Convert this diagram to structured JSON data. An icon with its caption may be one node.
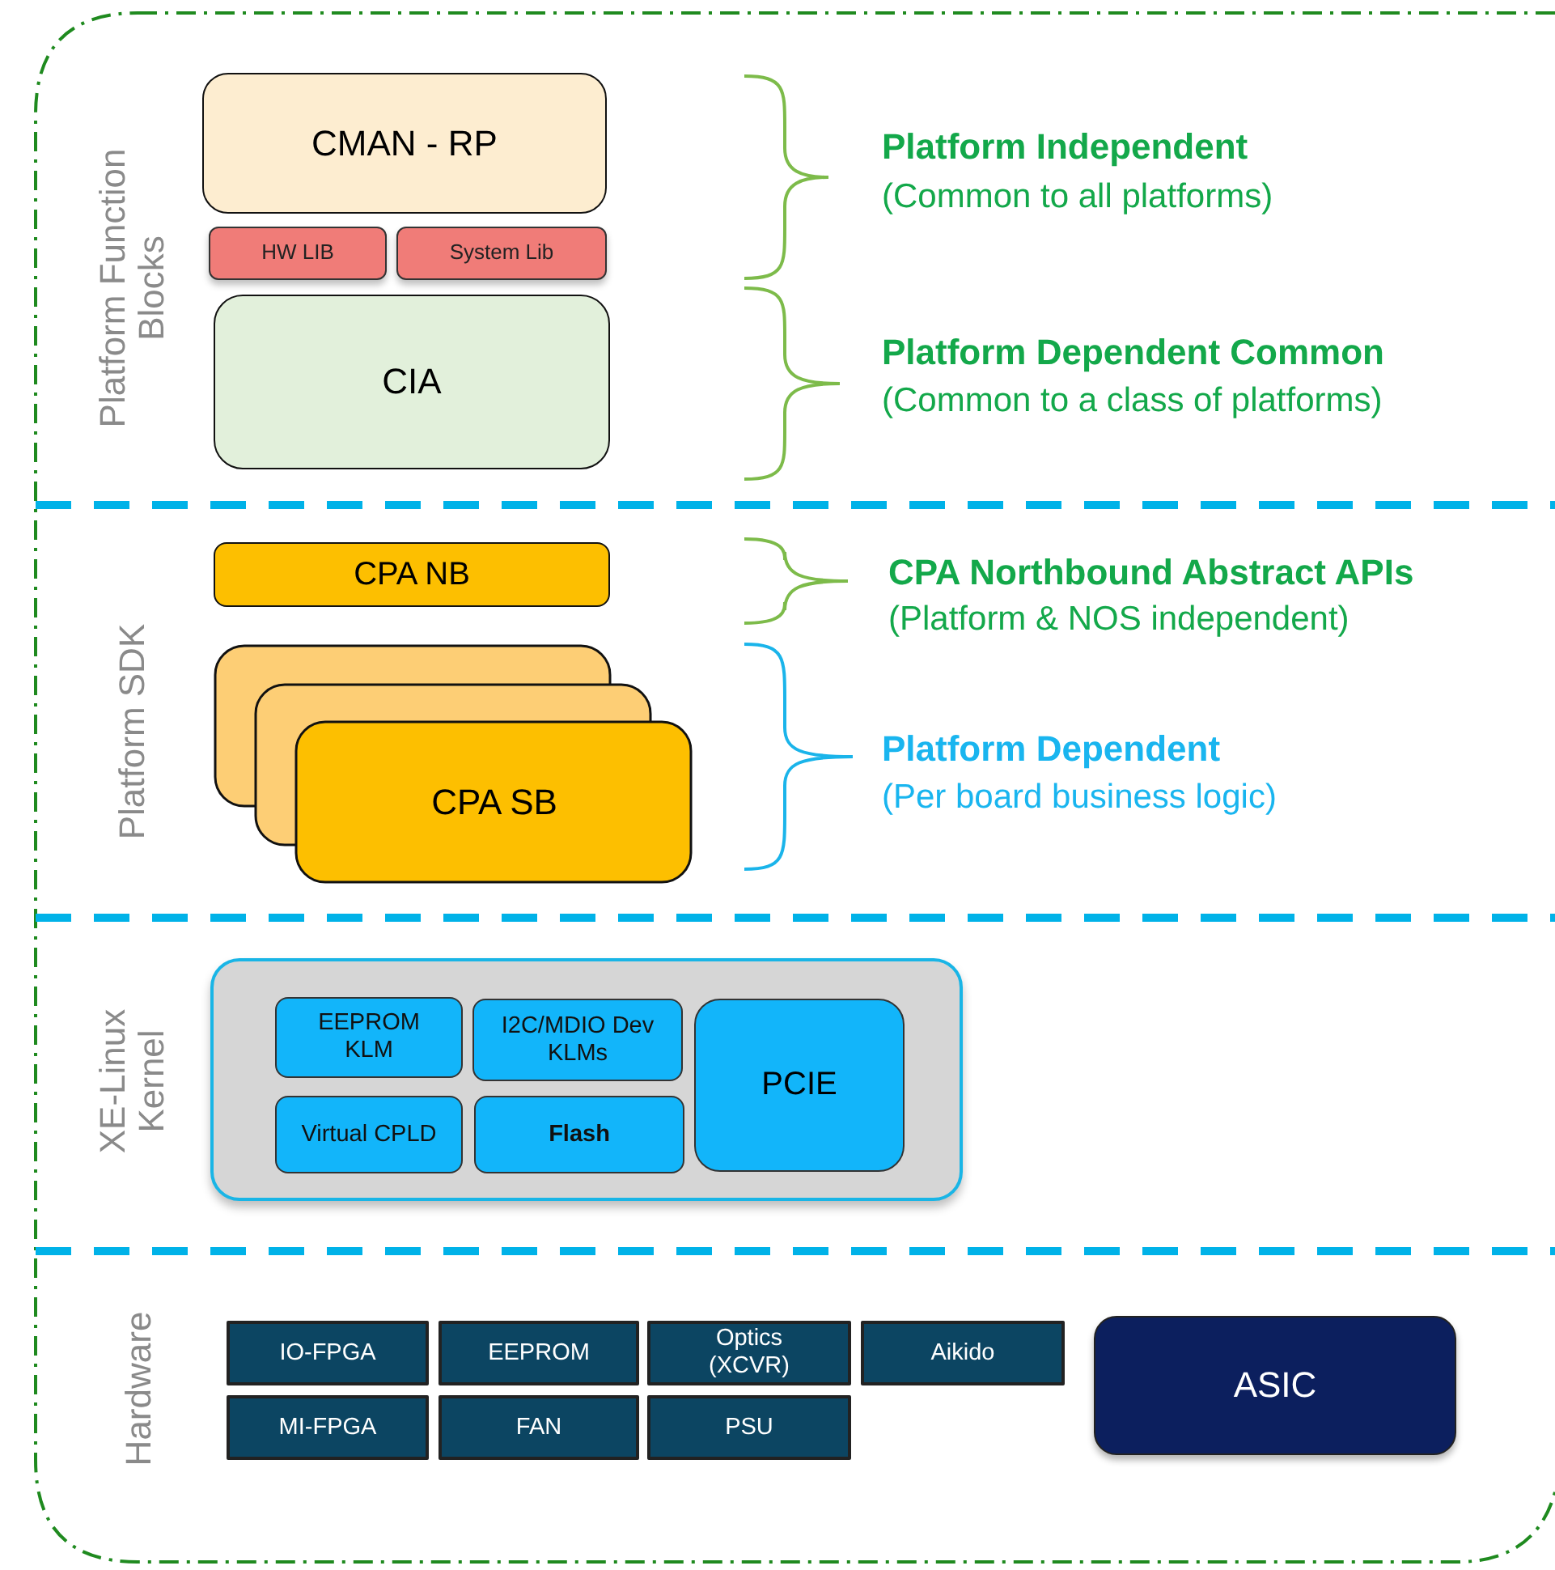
{
  "diagram": {
    "nodes": [
      {
        "text": [
          "CMAN - RP"
        ]
      },
      {
        "text": [
          "HW LIB"
        ]
      },
      {
        "text": [
          "System Lib"
        ]
      },
      {
        "text": [
          "CIA"
        ]
      },
      {
        "text": [
          "CPA NB"
        ]
      },
      {
        "text": [
          "CPA SB"
        ]
      },
      {
        "text": [],
        "shape": "box"
      },
      {
        "text": [
          "EEPROM KLM"
        ],
        "in": 6
      },
      {
        "text": [
          "I2C/MDIO Dev KLMs"
        ],
        "in": 6
      },
      {
        "text": [
          "PCIE"
        ],
        "in": 6
      },
      {
        "text": [
          "Virtual CPLD"
        ],
        "in": 6
      },
      {
        "text": [
          "Flash"
        ],
        "in": 6
      },
      {
        "text": [
          "IO-FPGA"
        ]
      },
      {
        "text": [
          "EEPROM"
        ]
      },
      {
        "text": [
          "Optics (XCVR)"
        ]
      },
      {
        "text": [
          "Aikido"
        ]
      },
      {
        "text": [
          "ASIC"
        ]
      },
      {
        "text": [
          "MI-FPGA"
        ]
      },
      {
        "text": [
          "FAN"
        ]
      },
      {
        "text": [
          "PSU"
        ]
      }
    ],
    "edges": [],
    "labels": [
      "Platform Function Blocks",
      "Platform Independent",
      "(Common to all platforms)",
      "Platform Dependent Common",
      "(Common to a class of platforms)",
      "Platform SDK",
      "CPA Northbound Abstract APIs",
      "(Platform & NOS independent)",
      "Platform Dependent",
      "(Per board business logic)",
      "XE-Linux Kernel",
      "Hardware"
    ]
  }
}
